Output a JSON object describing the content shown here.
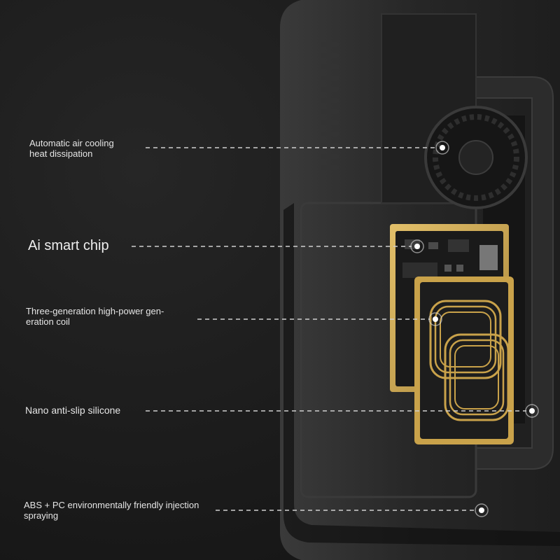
{
  "callouts": [
    {
      "id": "cooling",
      "lines": [
        "Automatic air cooling",
        "heat dissipation"
      ]
    },
    {
      "id": "chip",
      "lines": [
        "Ai smart chip"
      ]
    },
    {
      "id": "coil",
      "lines": [
        "Three-generation high-power gen-",
        "eration coil"
      ]
    },
    {
      "id": "silicone",
      "lines": [
        "Nano anti-slip silicone"
      ]
    },
    {
      "id": "abs",
      "lines": [
        "ABS + PC environmentally friendly injection",
        "spraying"
      ]
    }
  ],
  "colors": {
    "background": "#1c1c1c",
    "text": "#e6e6e6",
    "leader_line": "#d0d0d0",
    "coil": "#c9a24a",
    "board": "#d6b25a"
  }
}
